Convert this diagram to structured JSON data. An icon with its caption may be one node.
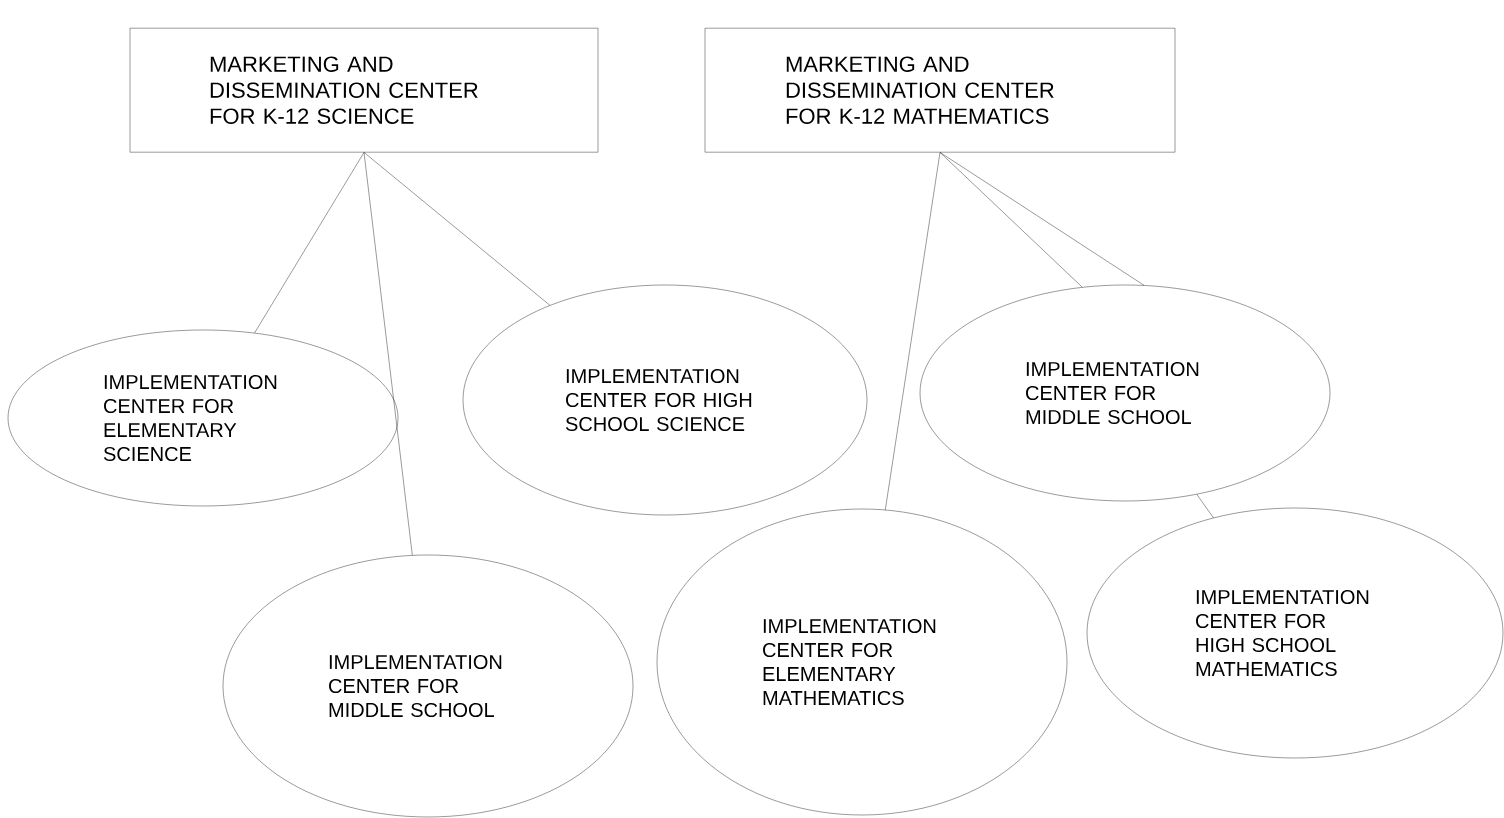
{
  "diagram": {
    "nodes": [
      {
        "text": [
          "MARKETING AND DISSEMINATION CENTER FOR K-12 SCIENCE"
        ]
      },
      {
        "text": [
          "MARKETING AND DISSEMINATION CENTER FOR K-12 MATHEMATICS"
        ]
      },
      {
        "text": [
          "IMPLEMENTATION CENTER FOR ELEMENTARY SCIENCE"
        ]
      },
      {
        "text": [
          "IMPLEMENTATION CENTER FOR HIGH SCHOOL SCIENCE"
        ]
      },
      {
        "text": [
          "IMPLEMENTATION CENTER FOR MIDDLE SCHOOL"
        ]
      },
      {
        "text": [
          "IMPLEMENTATION CENTER FOR MIDDLE SCHOOL"
        ]
      },
      {
        "text": [
          "IMPLEMENTATION CENTER FOR ELEMENTARY MATHEMATICS"
        ]
      },
      {
        "text": [
          "IMPLEMENTATION CENTER FOR HIGH SCHOOL MATHEMATICS"
        ]
      }
    ],
    "edges": [
      {
        "from": 0,
        "to": 2,
        "arrow": "none"
      },
      {
        "from": 0,
        "to": 4,
        "arrow": "none"
      },
      {
        "from": 0,
        "to": 3,
        "arrow": "none"
      },
      {
        "from": 1,
        "to": 6,
        "arrow": "none"
      },
      {
        "from": 1,
        "to": 5,
        "arrow": "none"
      },
      {
        "from": 1,
        "to": 5,
        "arrow": "none"
      },
      {
        "from": 5,
        "to": 7,
        "arrow": "none"
      }
    ]
  }
}
